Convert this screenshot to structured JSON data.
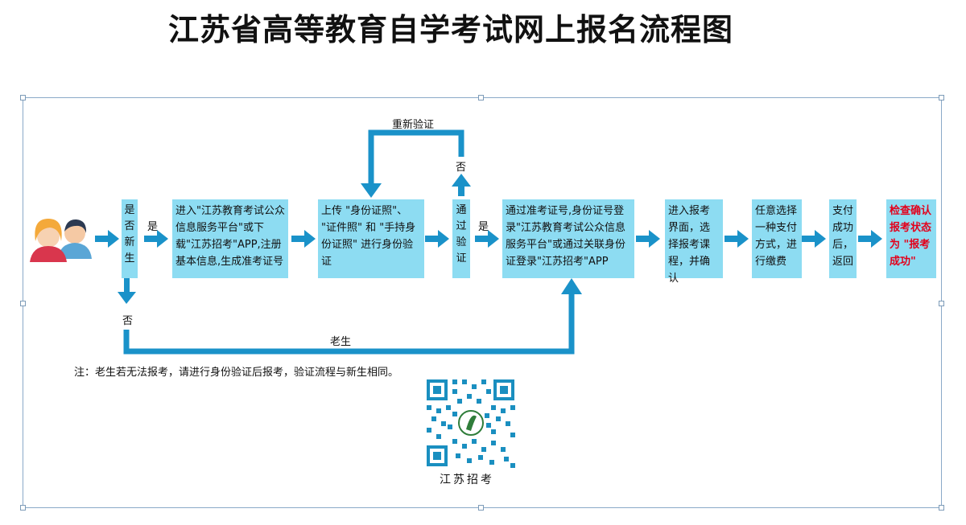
{
  "title": "江苏省高等教育自学考试网上报名流程图",
  "steps": {
    "new_student_q": "是否新生",
    "register": "进入\"江苏教育考试公众信息服务平台\"或下载\"江苏招考\"APP,注册基本信息,生成准考证号",
    "upload": "上传 \"身份证照\"、 \"证件照\" 和 \"手持身份证照\" 进行身份验证",
    "passed_q": "通过验证",
    "login": "通过准考证号,身份证号登录\"江苏教育考试公众信息服务平台\"或通过关联身份证登录\"江苏招考\"APP",
    "enroll": "进入报考界面，选择报考课程，并确认",
    "pay": "任意选择一种支付方式，进行缴费",
    "return": "支付成功后，返回",
    "check": "检查确认报考状态为 \"报考成功\""
  },
  "labels": {
    "yes_1": "是",
    "yes_2": "是",
    "no_new": "否",
    "no_pass": "否",
    "reverify": "重新验证",
    "old_student": "老生"
  },
  "note": "注：老生若无法报考，请进行身份验证后报考，验证流程与新生相同。",
  "qr_caption": "江苏招考",
  "colors": {
    "box_fill": "#8ddcf2",
    "arrow_blue": "#1a92c9",
    "highlight_red": "#e3001b"
  }
}
